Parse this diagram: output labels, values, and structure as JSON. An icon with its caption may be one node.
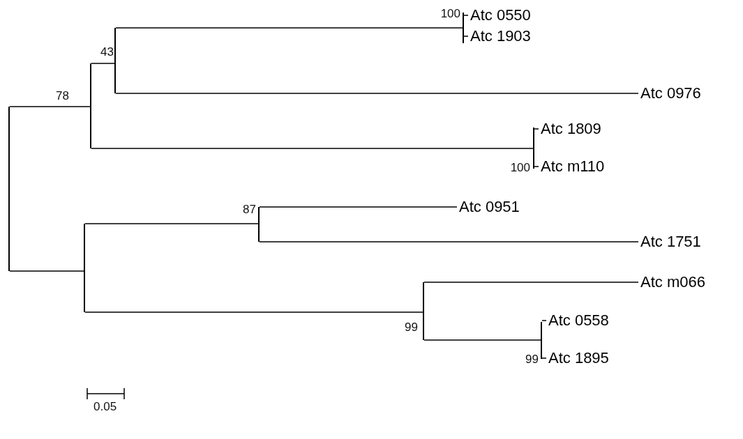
{
  "diagram": {
    "nodes": [
      {
        "text": [],
        "shape": "bar"
      },
      {
        "text": [],
        "shape": "bar",
        "beside": [
          "78"
        ]
      },
      {
        "text": [],
        "shape": "bar",
        "beside": [
          "43"
        ]
      },
      {
        "text": [],
        "shape": "bar",
        "beside": [
          "100"
        ]
      },
      {
        "text": [
          "Atc 0550"
        ]
      },
      {
        "text": [
          "Atc 1903"
        ]
      },
      {
        "text": [
          "Atc 0976"
        ]
      },
      {
        "text": [],
        "shape": "bar",
        "beside": [
          "100"
        ]
      },
      {
        "text": [
          "Atc 1809"
        ]
      },
      {
        "text": [
          "Atc m110"
        ]
      },
      {
        "text": [],
        "shape": "bar"
      },
      {
        "text": [],
        "shape": "bar",
        "beside": [
          "87"
        ]
      },
      {
        "text": [
          "Atc 0951"
        ]
      },
      {
        "text": [
          "Atc 1751"
        ]
      },
      {
        "text": [],
        "shape": "bar",
        "beside": [
          "99"
        ]
      },
      {
        "text": [
          "Atc m066"
        ]
      },
      {
        "text": [],
        "shape": "bar",
        "beside": [
          "99"
        ]
      },
      {
        "text": [
          "Atc 0558"
        ]
      },
      {
        "text": [
          "Atc 1895"
        ]
      }
    ],
    "edges": [
      {
        "from": 0,
        "to": 1,
        "arrow": "none"
      },
      {
        "from": 0,
        "to": 10,
        "arrow": "none"
      },
      {
        "from": 1,
        "to": 2,
        "arrow": "none"
      },
      {
        "from": 1,
        "to": 7,
        "arrow": "none"
      },
      {
        "from": 2,
        "to": 3,
        "arrow": "none"
      },
      {
        "from": 2,
        "to": 6,
        "arrow": "none"
      },
      {
        "from": 3,
        "to": 4,
        "arrow": "none"
      },
      {
        "from": 3,
        "to": 5,
        "arrow": "none"
      },
      {
        "from": 7,
        "to": 8,
        "arrow": "none"
      },
      {
        "from": 7,
        "to": 9,
        "arrow": "none"
      },
      {
        "from": 10,
        "to": 11,
        "arrow": "none"
      },
      {
        "from": 10,
        "to": 14,
        "arrow": "none"
      },
      {
        "from": 11,
        "to": 12,
        "arrow": "none"
      },
      {
        "from": 11,
        "to": 13,
        "arrow": "none"
      },
      {
        "from": 14,
        "to": 15,
        "arrow": "none"
      },
      {
        "from": 14,
        "to": 16,
        "arrow": "none"
      },
      {
        "from": 16,
        "to": 17,
        "arrow": "none"
      },
      {
        "from": 16,
        "to": 18,
        "arrow": "none"
      }
    ],
    "labels": [
      "0.05"
    ]
  }
}
